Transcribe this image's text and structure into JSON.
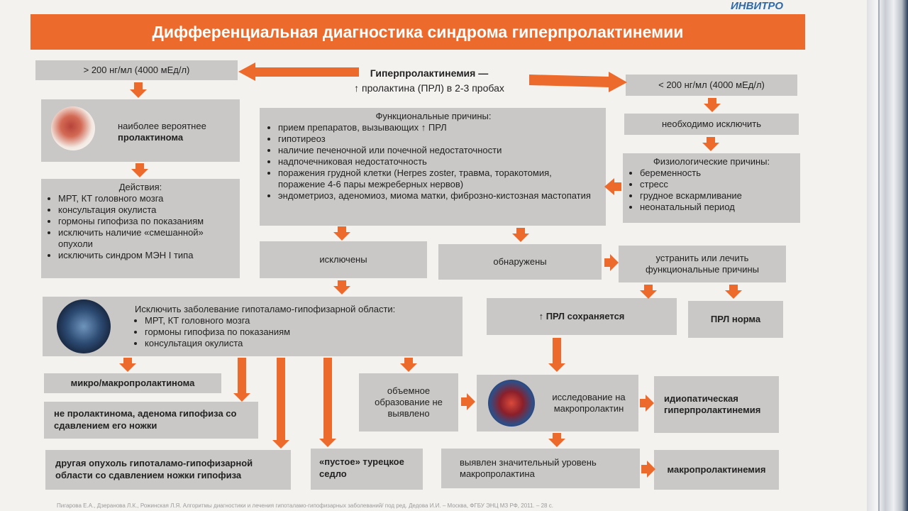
{
  "brand": "ИНВИТРО",
  "title": "Дифференциальная диагностика синдрома гиперпролактинемии",
  "center": {
    "line1": "Гиперпролактинемия —",
    "line2": "↑ пролактина (ПРЛ) в 2-3 пробах"
  },
  "left": {
    "high": "> 200 нг/мл (4000 мЕд/л)",
    "likely_1": "наиболее вероятнее",
    "likely_2": "пролактинома",
    "actions_title": "Действия:",
    "actions": [
      "МРТ, КТ головного мозга",
      "консультация окулиста",
      "гормоны гипофиза по показаниям",
      "исключить наличие «смешанной» опухоли",
      "исключить синдром МЭН I типа"
    ]
  },
  "functional": {
    "title": "Функциональные причины:",
    "items": [
      "прием препаратов, вызывающих ↑ ПРЛ",
      "гипотиреоз",
      "наличие печеночной или почечной недостаточности",
      "надпочечниковая недостаточность",
      "поражения грудной клетки (Herpes zoster, травма, торакотомия, поражение 4-6 пары межреберных нервов)",
      "эндометриоз, аденомиоз, миома матки, фиброзно-кистозная мастопатия"
    ]
  },
  "right": {
    "low": "< 200 нг/мл (4000 мЕд/л)",
    "exclude": "необходимо исключить",
    "phys_title": "Физиологические причины:",
    "phys_items": [
      "беременность",
      "стресс",
      "грудное вскармливание",
      "неонатальный период"
    ]
  },
  "middle": {
    "excluded": "исключены",
    "found": "обнаружены",
    "treat": "устранить или лечить функциональные причины",
    "persists": "↑ ПРЛ сохраняется",
    "normal": "ПРЛ норма"
  },
  "hypo": {
    "title": "Исключить заболевание гипоталамо-гипофизарной области:",
    "items": [
      "МРТ, КТ головного мозга",
      "гормоны гипофиза по показаниям",
      "консультация окулиста"
    ]
  },
  "outcomes": {
    "micro": "микро/макропролактинома",
    "not_prolactinoma": "не пролактинома, аденома гипофиза со сдавлением его ножки",
    "other_tumor": "другая опухоль гипоталамо-гипофизарной области со сдавлением ножки гипофиза",
    "empty_sella": "«пустое» турецкое седло",
    "no_mass": "объемное образование не выявлено",
    "macro_test": "исследование на макропролактин",
    "idiopathic": "идиопатическая гиперпролактинемия",
    "macro_found": "выявлен значительный уровень макропролактина",
    "macroprolactinemia": "макропролактинемия"
  },
  "footer": "Пигарова Е.А., Дзеранова Л.К., Рожинская Л.Я. Алгоритмы диагностики и лечения гипоталамо-гипофизарных заболеваний/ под ред. Дедова И.И. – Москва, ФГБУ ЭНЦ МЗ РФ, 2011. – 28 с.",
  "colors": {
    "accent": "#ec6a2c",
    "box": "#c9c8c6",
    "brand": "#2e6aa8"
  }
}
